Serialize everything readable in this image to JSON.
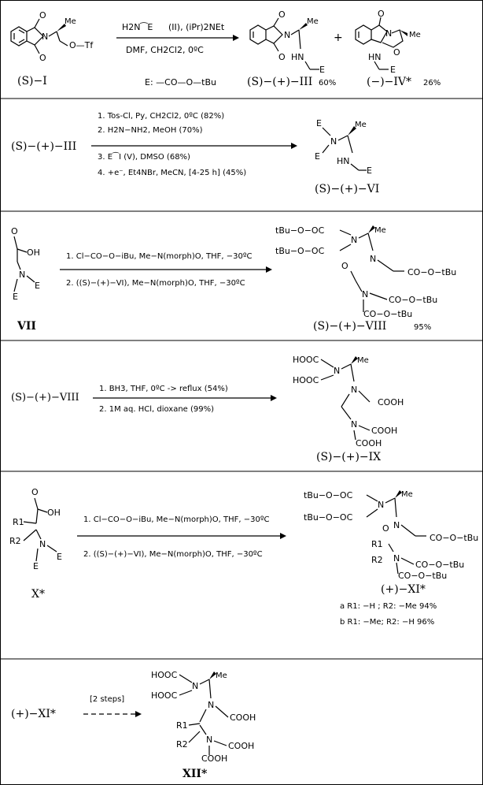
{
  "scheme": {
    "rows": [
      {
        "start": {
          "line1": "O",
          "line2": "N",
          "line3": "O",
          "me": "Me",
          "otf": "O—Tf",
          "label": "(S)−I"
        },
        "reagents_above": [
          "H2N⁀E",
          "(II), (iPr)2NEt"
        ],
        "reagents_below": [
          "DMF, CH2Cl2, 0ºC"
        ],
        "legend": "E: —CO—O—tBu",
        "products": [
          {
            "label": "(S)−(+)−III",
            "yield": "60%",
            "atoms": [
              "O",
              "N",
              "O",
              "Me",
              "HN",
              "E"
            ]
          },
          {
            "label": "(−)−IV*",
            "yield": "26%",
            "atoms": [
              "O",
              "N",
              "Me",
              "O",
              "HN",
              "E"
            ]
          }
        ],
        "plus": "+"
      },
      {
        "start_label": "(S)−(+)−III",
        "steps": [
          "1. Tos-Cl, Py, CH2Cl2, 0ºC (82%)",
          "2. H2N−NH2, MeOH (70%)",
          "3. E⁀I (V), DMSO (68%)",
          "4. +e⁻, Et4NBr, MeCN, [4-25 h] (45%)"
        ],
        "product": {
          "label": "(S)−(+)−VI",
          "atoms": [
            "E",
            "N",
            "E",
            "Me",
            "HN",
            "E"
          ]
        }
      },
      {
        "start": {
          "label": "VII",
          "atoms": [
            "O",
            "OH",
            "N",
            "E",
            "E"
          ]
        },
        "steps": [
          "1. Cl−CO−O−iBu, Me−N(morph)O, THF, −30ºC",
          "2. ((S)−(+)−VI), Me−N(morph)O, THF, −30ºC"
        ],
        "product": {
          "label": "(S)−(+)−VIII",
          "yield": "95%",
          "atoms": [
            "tBu−O−OC",
            "N",
            "Me",
            "tBu−O−OC",
            "N",
            "O",
            "CO−O−tBu",
            "N",
            "CO−O−tBu",
            "CO−O−tBu"
          ]
        }
      },
      {
        "start_label": "(S)−(+)−VIII",
        "steps": [
          "1. BH3, THF, 0ºC -> reflux (54%)",
          "2. 1M aq. HCl, dioxane (99%)"
        ],
        "product": {
          "label": "(S)−(+)−IX",
          "atoms": [
            "HOOC",
            "N",
            "Me",
            "HOOC",
            "N",
            "COOH",
            "N",
            "COOH",
            "COOH"
          ]
        }
      },
      {
        "start": {
          "label": "X*",
          "atoms": [
            "O",
            "OH",
            "R1",
            "R2",
            "N",
            "E",
            "E"
          ]
        },
        "steps": [
          "1. Cl−CO−O−iBu, Me−N(morph)O, THF, −30ºC",
          "2. ((S)−(+)−VI), Me−N(morph)O, THF, −30ºC"
        ],
        "product": {
          "label": "(+)−XI*",
          "atoms": [
            "tBu−O−OC",
            "N",
            "Me",
            "tBu−O−OC",
            "O",
            "N",
            "R1",
            "CO−O−tBu",
            "R2",
            "N",
            "CO−O−tBu",
            "CO−O−tBu"
          ],
          "variants": [
            "a R1: −H ; R2: −Me 94%",
            "b R1: −Me; R2: −H 96%"
          ]
        }
      },
      {
        "start_label": "(+)−XI*",
        "steps": [
          "[2 steps]"
        ],
        "product": {
          "label": "XII*",
          "atoms": [
            "HOOC",
            "N",
            "Me",
            "HOOC",
            "N",
            "R1",
            "COOH",
            "R2",
            "N",
            "COOH",
            "COOH"
          ]
        }
      }
    ]
  }
}
